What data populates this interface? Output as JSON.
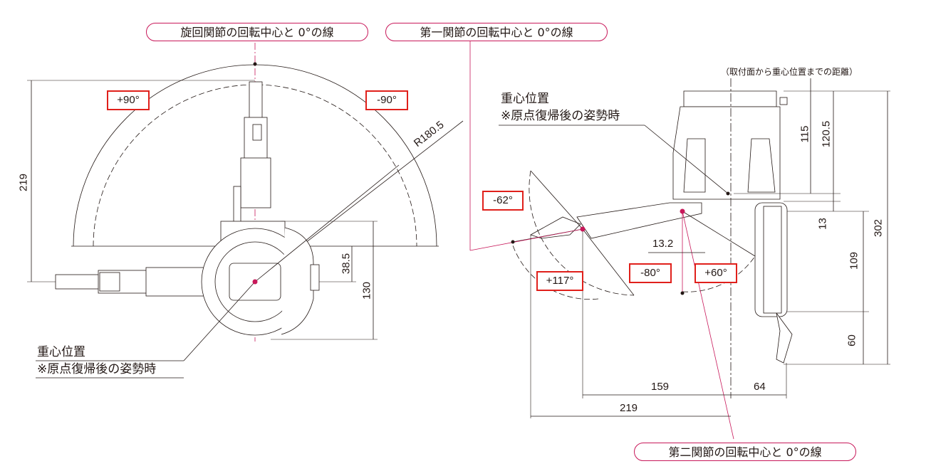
{
  "callouts": {
    "swivel_zero": "旋回関節の回転中心と 0°の線",
    "joint1_zero": "第一関節の回転中心と 0°の線",
    "joint2_zero": "第二関節の回転中心と 0°の線"
  },
  "cog_left": {
    "line1": "重心位置",
    "line2": "※原点復帰後の姿勢時"
  },
  "cog_right": {
    "line1": "重心位置",
    "line2": "※原点復帰後の姿勢時"
  },
  "angles": {
    "plus90": "+90°",
    "minus90": "-90°",
    "minus62": "-62°",
    "plus117": "+117°",
    "minus80": "-80°",
    "plus60": "+60°"
  },
  "dims_left": {
    "d219": "219",
    "r180": "R180.5",
    "d38": "38.5",
    "d130": "130"
  },
  "dims_right": {
    "note": "（取付面から重心位置までの距離）",
    "d115": "115",
    "d120": "120.5",
    "d13": "13",
    "d13_2": "13.2",
    "d109": "109",
    "d302": "302",
    "d60": "60",
    "d159": "159",
    "d64": "64",
    "d219": "219"
  },
  "colors": {
    "accent": "#c8185a",
    "angle_box": "#e0201b",
    "line": "#231815"
  }
}
